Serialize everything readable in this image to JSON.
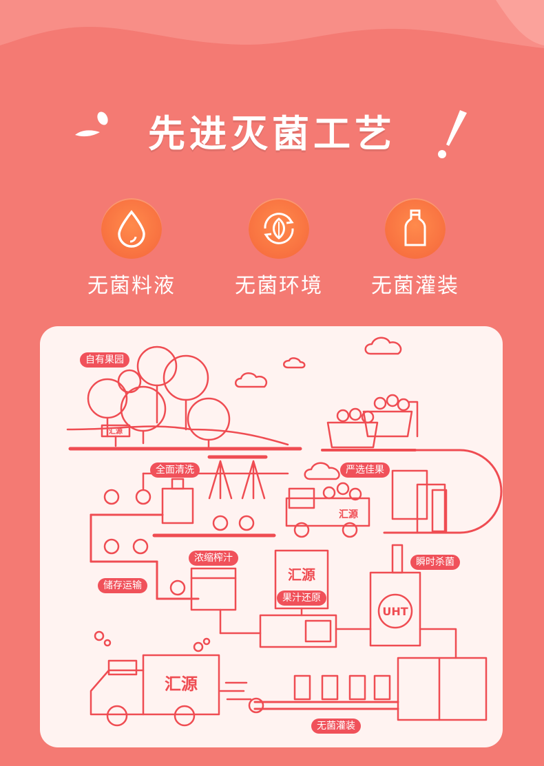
{
  "header": {
    "title": "先进灭菌工艺",
    "exclaim": "!"
  },
  "features": [
    {
      "label": "无菌料液",
      "icon": "droplet-icon"
    },
    {
      "label": "无菌环境",
      "icon": "leaf-cycle-icon"
    },
    {
      "label": "无菌灌装",
      "icon": "bottle-icon"
    }
  ],
  "process": {
    "steps": {
      "orchard": "自有果园",
      "wash": "全面清洗",
      "select": "严选佳果",
      "storage": "储存运输",
      "squeeze": "浓缩榨汁",
      "sterilize": "瞬时杀菌",
      "restore": "果汁还原",
      "fill": "无菌灌装"
    },
    "brand": "汇源",
    "uht_label": "UHT"
  },
  "colors": {
    "background": "#f47a73",
    "card": "#fff3f1",
    "line": "#ef4c52",
    "icon_fill": "#f5663b"
  }
}
